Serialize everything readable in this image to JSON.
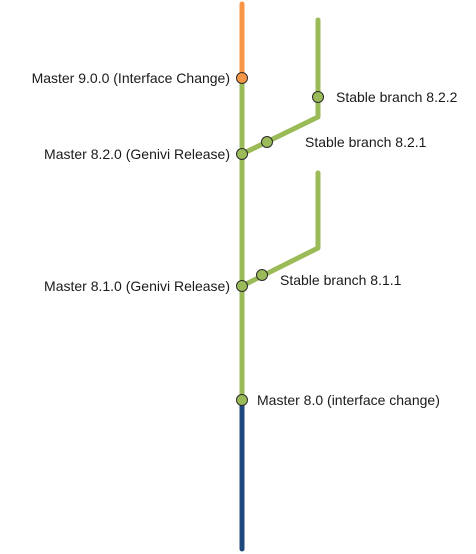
{
  "colors": {
    "branch_green": "#9bbb59",
    "future_orange": "#f79646",
    "past_blue": "#1f497d",
    "node_outline": "#2b2b2b"
  },
  "labels": {
    "master_900": "Master 9.0.0 (Interface Change)",
    "stable_822": "Stable branch 8.2.2",
    "stable_821": "Stable branch 8.2.1",
    "master_820": "Master 8.2.0 (Genivi Release)",
    "master_810": "Master 8.1.0 (Genivi Release)",
    "stable_811": "Stable branch 8.1.1",
    "master_80": "Master 8.0 (interface change)"
  }
}
